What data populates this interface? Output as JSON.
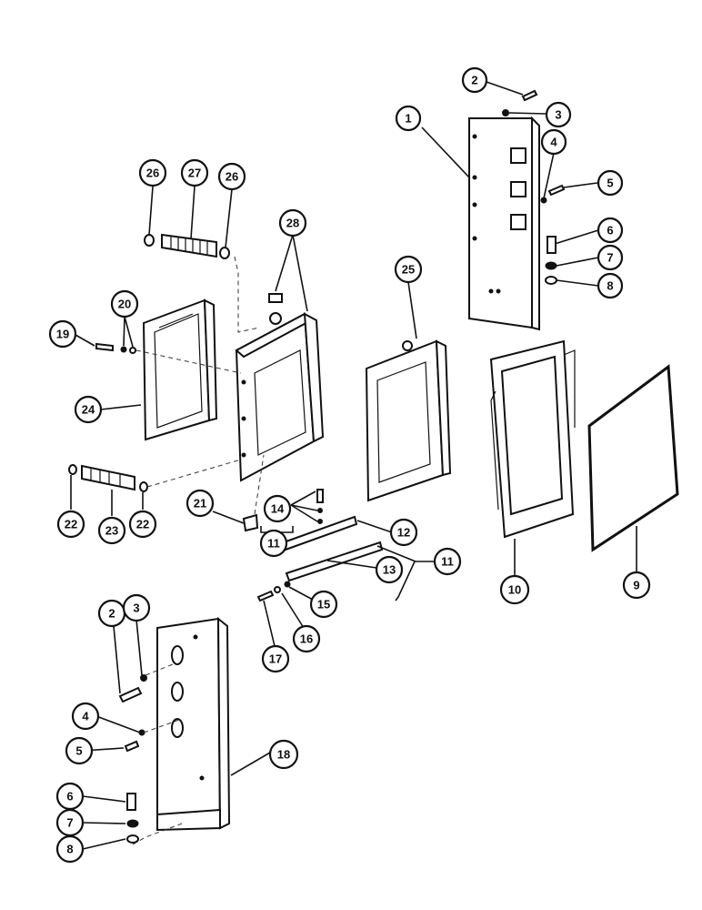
{
  "callouts": {
    "c1": "1",
    "c2a": "2",
    "c3a": "3",
    "c4a": "4",
    "c5a": "5",
    "c6a": "6",
    "c7a": "7",
    "c8a": "8",
    "c9": "9",
    "c10": "10",
    "c11a": "11",
    "c11b": "11",
    "c12": "12",
    "c13": "13",
    "c14": "14",
    "c15": "15",
    "c16": "16",
    "c17": "17",
    "c18": "18",
    "c19": "19",
    "c20": "20",
    "c21": "21",
    "c22a": "22",
    "c22b": "22",
    "c23": "23",
    "c24": "24",
    "c25": "25",
    "c26a": "26",
    "c26b": "26",
    "c27": "27",
    "c28": "28",
    "c2b": "2",
    "c3b": "3",
    "c4b": "4",
    "c5b": "5",
    "c6b": "6",
    "c7b": "7",
    "c8b": "8"
  },
  "colors": {
    "ink": "#111111",
    "paper": "#ffffff"
  }
}
